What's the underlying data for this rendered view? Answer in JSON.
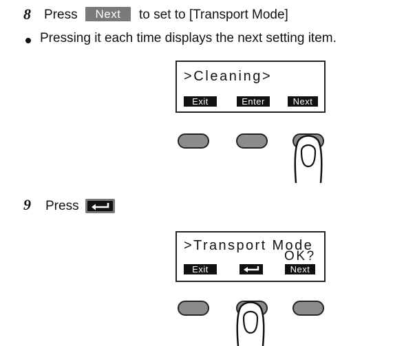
{
  "step8": {
    "number": "8",
    "press_label": "Press",
    "key_label": "Next",
    "after_text": "to set to [Transport Mode]",
    "bullet_text": "Pressing it each time displays the next setting item."
  },
  "panel1": {
    "display_text": ">Cleaning>",
    "softkeys": [
      "Exit",
      "Enter",
      "Next"
    ]
  },
  "step9": {
    "number": "9",
    "press_label": "Press",
    "key_icon": "enter-arrow-icon"
  },
  "panel2": {
    "display_line1": ">Transport Mode",
    "display_line2": "OK?",
    "softkeys": [
      "Exit",
      "enter-arrow-icon",
      "Next"
    ]
  },
  "colors": {
    "key_badge": "#7a7a7a",
    "button_fill": "#8c8c8c",
    "softkey_fill": "#111111"
  }
}
